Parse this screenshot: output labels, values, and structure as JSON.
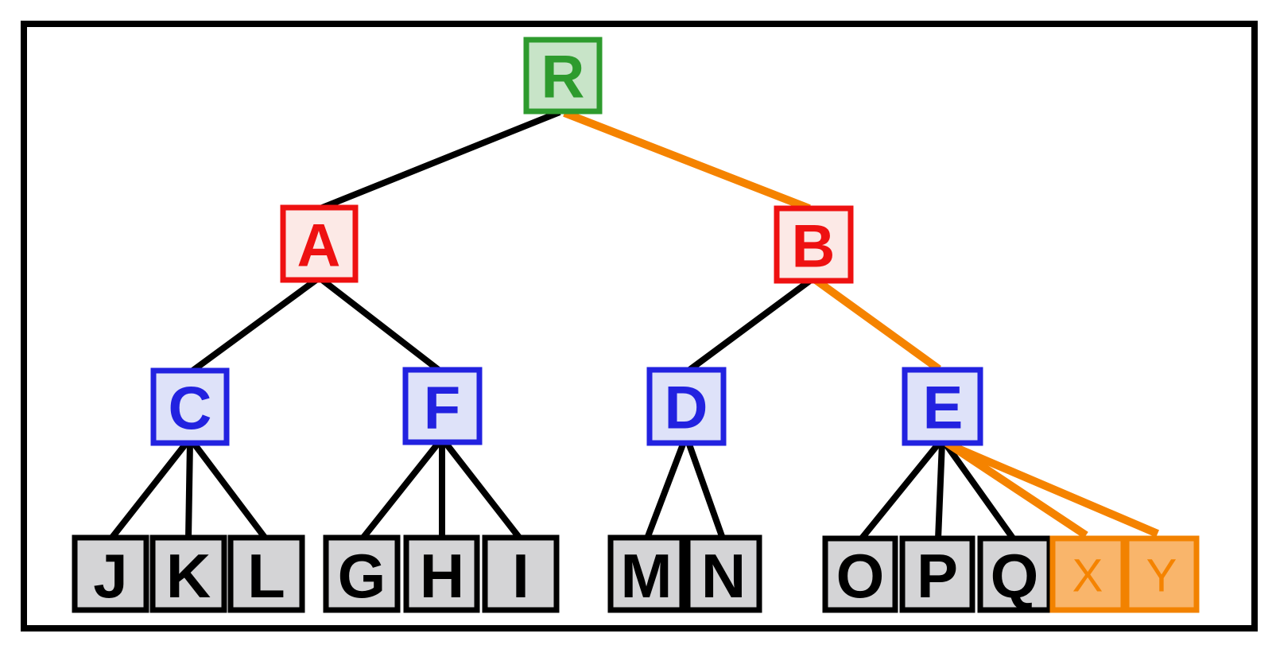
{
  "diagram_type": "tree",
  "colors": {
    "background": "#ffffff",
    "frame_border": "#000000",
    "edge_default": "#000000",
    "edge_highlight": "#F58300",
    "root_border": "#2E9B2E",
    "root_fill": "#C8E4C8",
    "root_text": "#2E9B2E",
    "level1_border": "#EE1111",
    "level1_fill": "#FCE9E6",
    "level1_text": "#EE1111",
    "level2_border": "#2222E0",
    "level2_fill": "#DEE2F9",
    "level2_text": "#2222E0",
    "leaf_border": "#000000",
    "leaf_fill": "#D4D4D6",
    "leaf_text": "#000000",
    "new_leaf_border": "#F28200",
    "new_leaf_fill": "#F9B56B",
    "new_leaf_text": "#F58300"
  },
  "tree": {
    "label": "R",
    "style": "root",
    "children": [
      {
        "label": "A",
        "style": "level1",
        "edge_color": "black",
        "children": [
          {
            "label": "C",
            "style": "level2",
            "edge_color": "black",
            "children": [
              {
                "label": "J",
                "style": "leaf",
                "edge_color": "black"
              },
              {
                "label": "K",
                "style": "leaf",
                "edge_color": "black"
              },
              {
                "label": "L",
                "style": "leaf",
                "edge_color": "black"
              }
            ]
          },
          {
            "label": "F",
            "style": "level2",
            "edge_color": "black",
            "children": [
              {
                "label": "G",
                "style": "leaf",
                "edge_color": "black"
              },
              {
                "label": "H",
                "style": "leaf",
                "edge_color": "black"
              },
              {
                "label": "I",
                "style": "leaf",
                "edge_color": "black"
              }
            ]
          }
        ]
      },
      {
        "label": "B",
        "style": "level1",
        "edge_color": "orange",
        "children": [
          {
            "label": "D",
            "style": "level2",
            "edge_color": "black",
            "children": [
              {
                "label": "M",
                "style": "leaf",
                "edge_color": "black"
              },
              {
                "label": "N",
                "style": "leaf",
                "edge_color": "black"
              }
            ]
          },
          {
            "label": "E",
            "style": "level2",
            "edge_color": "orange",
            "children": [
              {
                "label": "O",
                "style": "leaf",
                "edge_color": "black"
              },
              {
                "label": "P",
                "style": "leaf",
                "edge_color": "black"
              },
              {
                "label": "Q",
                "style": "leaf",
                "edge_color": "black"
              },
              {
                "label": "X",
                "style": "new-leaf",
                "edge_color": "orange"
              },
              {
                "label": "Y",
                "style": "new-leaf",
                "edge_color": "orange"
              }
            ]
          }
        ]
      }
    ]
  }
}
